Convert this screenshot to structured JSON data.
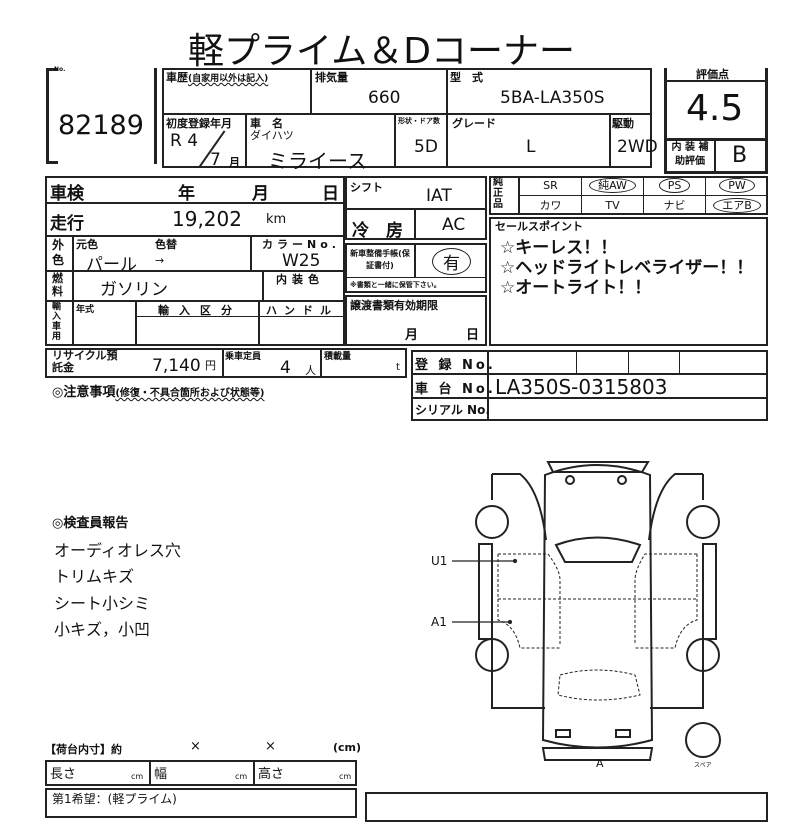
{
  "title": "軽プライム＆Dコーナー",
  "lot": {
    "label": "No.",
    "number": "82189"
  },
  "history": {
    "label": "車歴",
    "note": "(自家用以外は記入)"
  },
  "displacement": {
    "label": "排気量",
    "value": "660"
  },
  "model_code": {
    "label": "型　式",
    "value": "5BA-LA350S"
  },
  "score": {
    "label": "評価点",
    "value": "4.5",
    "interior_label": "内 装 補助評価",
    "interior_value": "B"
  },
  "first_reg": {
    "label": "初度登録年月",
    "year": "R 4",
    "month": "7",
    "month_unit": "月"
  },
  "car_name": {
    "label": "車　名",
    "maker": "ダイハツ",
    "value": "ミライース"
  },
  "doors": {
    "label": "形状・ドア数",
    "value": "5D"
  },
  "grade": {
    "label": "グレード",
    "value": "L"
  },
  "drive": {
    "label": "駆動",
    "value": "2WD"
  },
  "inspection": {
    "label": "車検",
    "year": "年",
    "month": "月",
    "day": "日"
  },
  "mileage": {
    "label": "走行",
    "value": "19,202",
    "unit": "km"
  },
  "exterior": {
    "label": "外色",
    "orig_label": "元色",
    "change_label": "色替",
    "orig": "パール",
    "change": "→",
    "code_label": "カラーNo.",
    "code": "W25"
  },
  "fuel": {
    "label": "燃料",
    "value": "ガソリン",
    "interior_color_label": "内装色"
  },
  "import": {
    "label": "輸入車用",
    "year_label": "年式",
    "class_label": "輸入区分",
    "handle_label": "ハンドル"
  },
  "shift": {
    "label": "シフト",
    "value": "IAT"
  },
  "ac": {
    "label": "冷　房",
    "value": "AC"
  },
  "manual": {
    "label": "新車整備手帳(保証書付)",
    "value": "有",
    "note": "※書類と一緒に保管下さい。"
  },
  "transfer": {
    "label": "譲渡書類有効期限",
    "month": "月",
    "day": "日"
  },
  "equipment": {
    "label": "純正品",
    "items": [
      {
        "text": "SR",
        "circled": false
      },
      {
        "text": "純AW",
        "circled": true
      },
      {
        "text": "PS",
        "circled": true
      },
      {
        "text": "PW",
        "circled": true
      },
      {
        "text": "カワ",
        "circled": false
      },
      {
        "text": "TV",
        "circled": false
      },
      {
        "text": "ナビ",
        "circled": false
      },
      {
        "text": "エアB",
        "circled": true
      }
    ]
  },
  "sales_points": {
    "label": "セールスポイント",
    "lines": [
      "☆キーレス！！",
      "☆ヘッドライトレベライザー！！",
      "☆オートライト！！"
    ]
  },
  "recycle": {
    "label": "リサイクル預託金",
    "value": "7,140",
    "unit": "円"
  },
  "capacity": {
    "label": "乗車定員",
    "value": "4",
    "unit": "人"
  },
  "load": {
    "label": "積載量",
    "unit": "t"
  },
  "reg_no": {
    "label": "登 録 No."
  },
  "chassis": {
    "label": "車 台 No.",
    "value": "LA350S-0315803"
  },
  "serial": {
    "label": "シリアル No."
  },
  "notes": {
    "label": "◎注意事項",
    "sub": "(修復・不具合箇所および状態等)"
  },
  "inspector": {
    "label": "◎検査員報告",
    "lines": [
      "オーディオレス穴",
      "トリムキズ",
      "シート小シミ",
      "小キズ，小凹"
    ]
  },
  "diagram": {
    "marks": [
      "U1",
      "A1"
    ],
    "front": "A",
    "spare": "スペア"
  },
  "cargo": {
    "label": "【荷台内寸】約",
    "x1": "×",
    "x2": "×",
    "unit": "(cm)",
    "length": "長さ",
    "width": "幅",
    "height": "高さ",
    "cm": "cm"
  },
  "preference": {
    "label": "第1希望：(軽プライム)"
  }
}
